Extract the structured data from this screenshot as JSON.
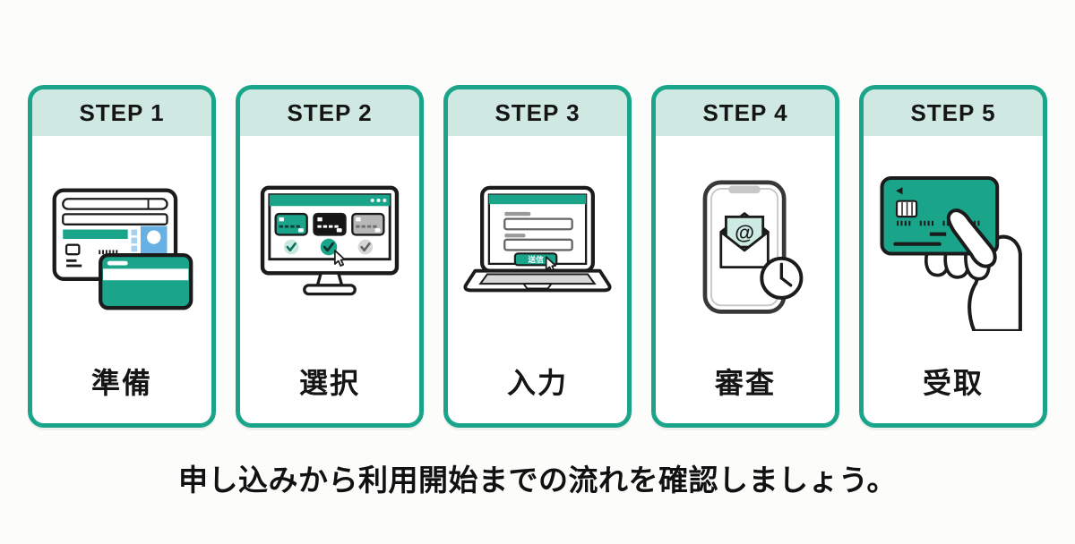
{
  "page": {
    "background": "#fcfcfa",
    "caption": "申し込みから利用開始までの流れを確認しましょう。"
  },
  "colors": {
    "primary_green": "#1aa58b",
    "header_mint": "#cfe9e2",
    "light_mint": "#cdeae3",
    "photo_blue": "#66b0e4",
    "text_black": "#1b1b1b",
    "gray": "#b7b7b7"
  },
  "steps": [
    {
      "title": "STEP 1",
      "label": "準備",
      "icon": "id-card-and-bank-card"
    },
    {
      "title": "STEP 2",
      "label": "選択",
      "icon": "monitor-card-selection"
    },
    {
      "title": "STEP 3",
      "label": "入力",
      "icon": "laptop-application-form",
      "button_label": "送信"
    },
    {
      "title": "STEP 4",
      "label": "審査",
      "icon": "smartphone-email-clock"
    },
    {
      "title": "STEP 5",
      "label": "受取",
      "icon": "hand-holding-card"
    }
  ]
}
